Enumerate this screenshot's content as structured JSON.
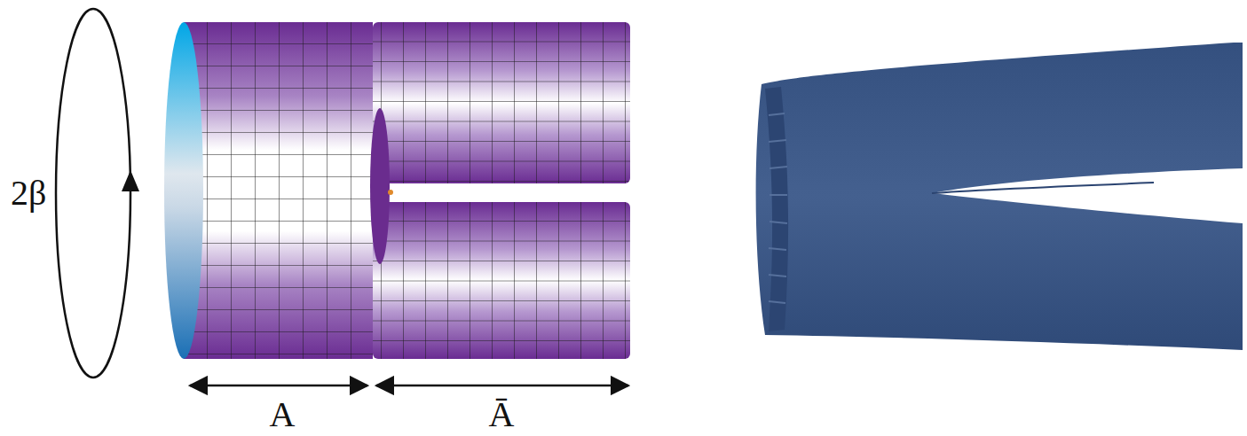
{
  "diagram": {
    "labels": [
      "2β",
      "A",
      "Ā"
    ]
  }
}
